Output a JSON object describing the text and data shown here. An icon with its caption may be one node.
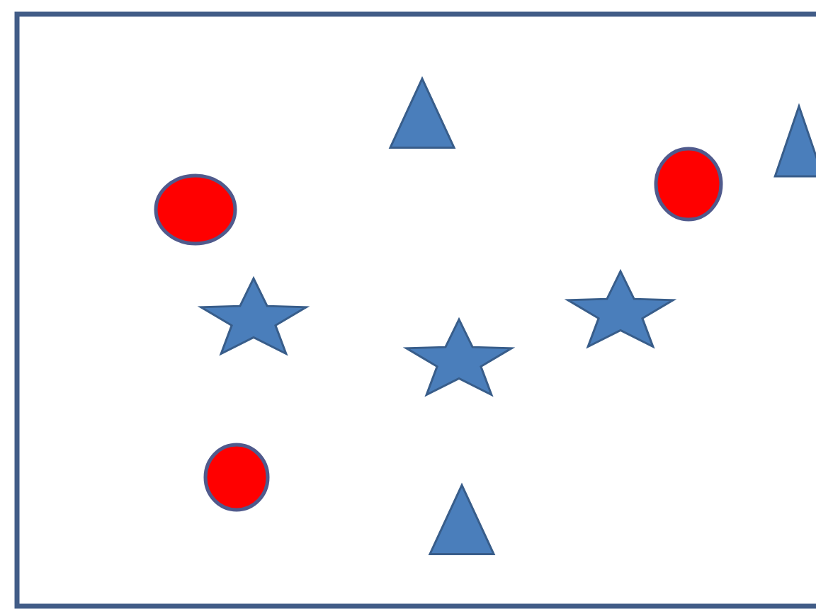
{
  "diagram": {
    "nodes": [
      {
        "text": [],
        "shape": "box"
      },
      {
        "text": [],
        "shape": "triangle",
        "in": 0
      },
      {
        "text": [],
        "shape": "triangle",
        "in": 0
      },
      {
        "text": [],
        "shape": "circle",
        "in": 0
      },
      {
        "text": [],
        "shape": "circle",
        "in": 0
      },
      {
        "text": [],
        "shape": "star",
        "in": 0
      },
      {
        "text": [],
        "shape": "star",
        "in": 0
      },
      {
        "text": [],
        "shape": "star",
        "in": 0
      },
      {
        "text": [],
        "shape": "circle",
        "in": 0
      },
      {
        "text": [],
        "shape": "triangle",
        "in": 0
      }
    ]
  }
}
